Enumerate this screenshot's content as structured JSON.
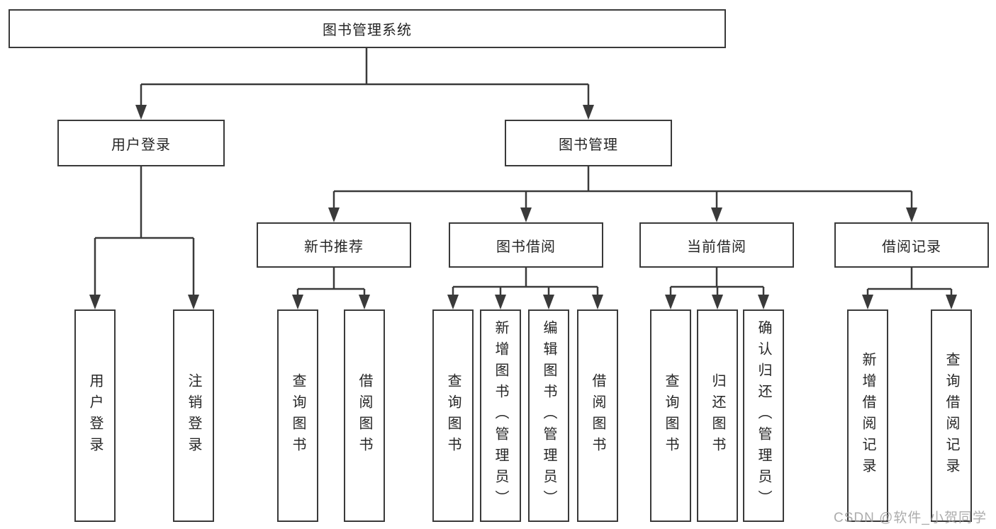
{
  "colors": {
    "line": "#3a3a3a",
    "box_border": "#3a3a3a",
    "text": "#262626",
    "watermark": "#9e9e9e",
    "background": "#ffffff"
  },
  "watermark": "CSDN @软件_小贺同学",
  "tree": {
    "label": "图书管理系统",
    "children": [
      {
        "label": "用户登录",
        "children": [
          {
            "label": "用户登录"
          },
          {
            "label": "注销登录"
          }
        ]
      },
      {
        "label": "图书管理",
        "children": [
          {
            "label": "新书推荐",
            "children": [
              {
                "label": "查询图书"
              },
              {
                "label": "借阅图书"
              }
            ]
          },
          {
            "label": "图书借阅",
            "children": [
              {
                "label": "查询图书"
              },
              {
                "label": "新增图书（管理员）"
              },
              {
                "label": "编辑图书（管理员）"
              },
              {
                "label": "借阅图书"
              }
            ]
          },
          {
            "label": "当前借阅",
            "children": [
              {
                "label": "查询图书"
              },
              {
                "label": "归还图书"
              },
              {
                "label": "确认归还（管理员）"
              }
            ]
          },
          {
            "label": "借阅记录",
            "children": [
              {
                "label": "新增借阅记录"
              },
              {
                "label": "查询借阅记录"
              }
            ]
          }
        ]
      }
    ]
  }
}
